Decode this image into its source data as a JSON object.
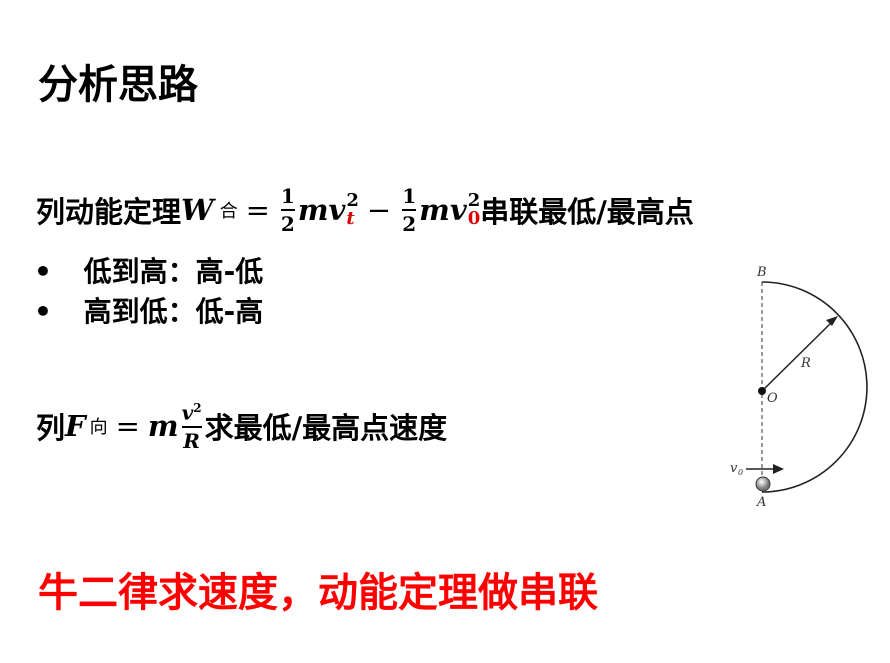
{
  "title": "分析思路",
  "formula1": {
    "prefix": "列动能定理",
    "W": "W",
    "W_sub": "合",
    "eq": "=",
    "num": "1",
    "den": "2",
    "mv": "mv",
    "vt_sup": "2",
    "vt_sub": "t",
    "minus": "−",
    "v0_sup": "2",
    "v0_sub": "0",
    "suffix": "串联最低/最高点"
  },
  "bullets": [
    {
      "marker": "•",
      "text": "低到高：高-低"
    },
    {
      "marker": "•",
      "text": "高到低：低-高"
    }
  ],
  "formula2": {
    "prefix": "列",
    "F": "F",
    "F_sub": "向",
    "eq": "=",
    "m": "m",
    "num": "v",
    "num_sup": "2",
    "den": "R",
    "suffix": "求最低/最高点速度"
  },
  "diagram": {
    "label_B": "B",
    "label_O": "O",
    "label_R": "R",
    "label_v0": "v",
    "label_v0_sub": "0",
    "label_A": "A"
  },
  "conclusion": "牛二律求速度，动能定理做串联",
  "colors": {
    "accent_red": "#e00000",
    "conclusion_red": "#ff0000"
  }
}
